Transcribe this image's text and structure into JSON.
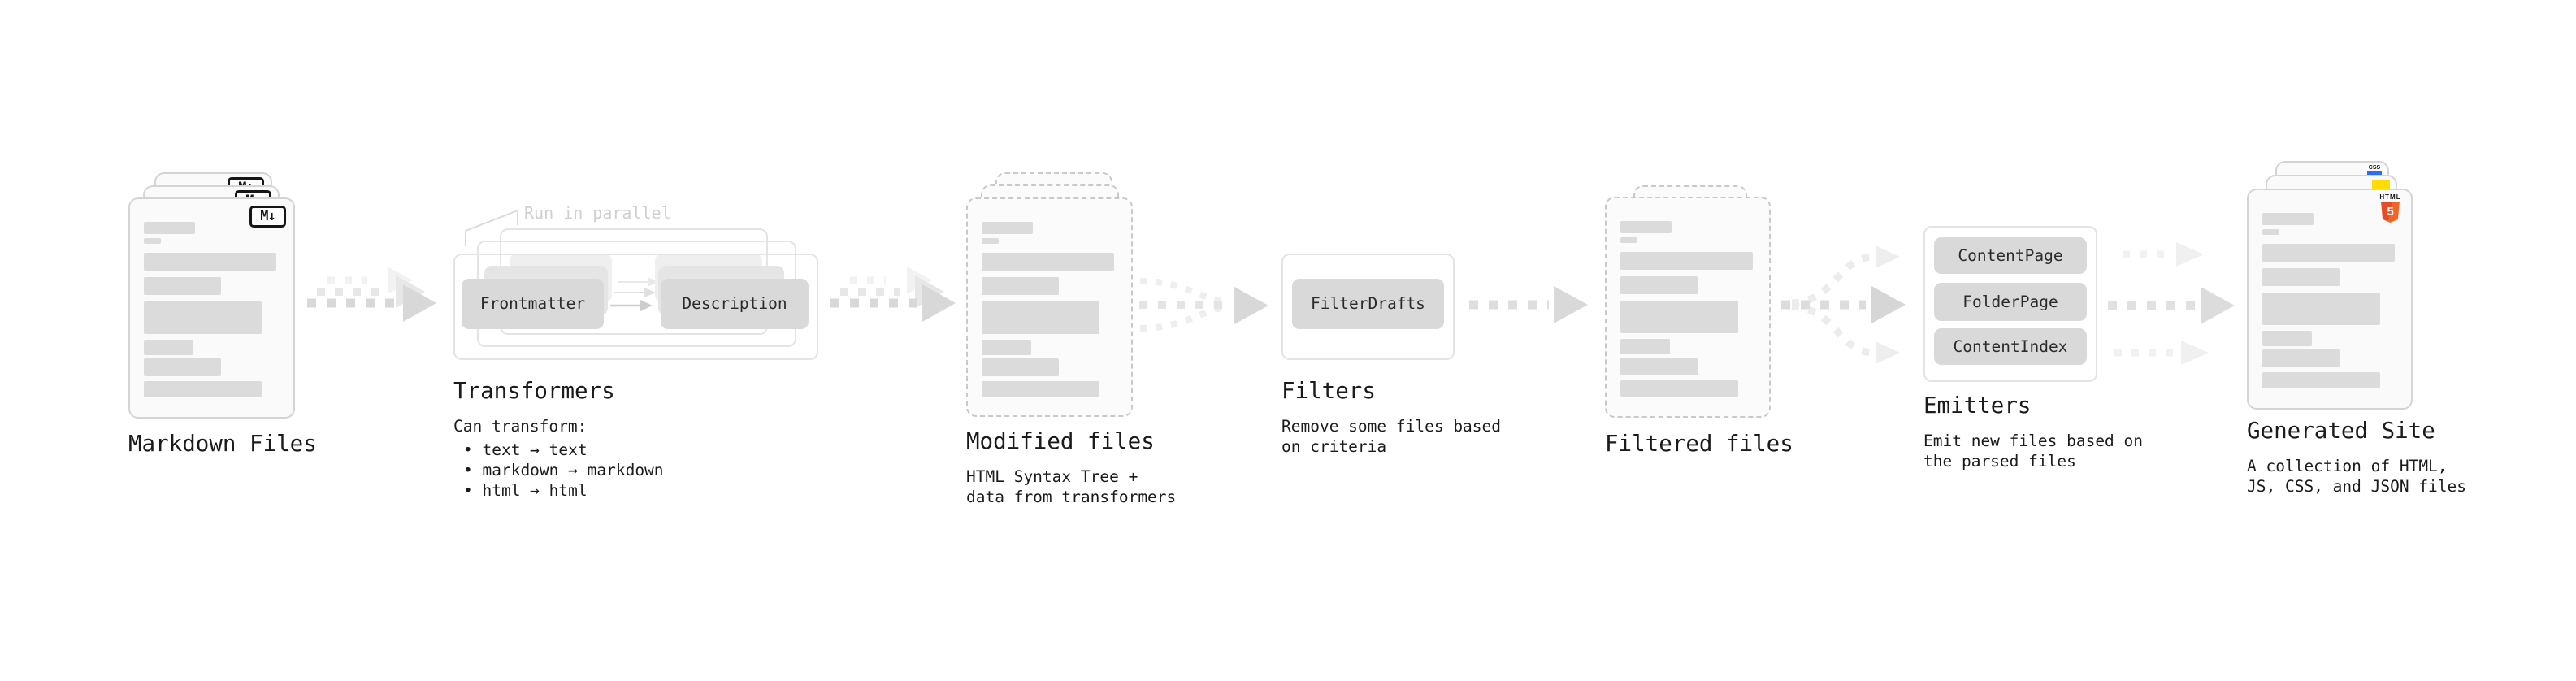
{
  "stages": {
    "markdown": {
      "title": "Markdown Files",
      "icon": "M↓"
    },
    "transformers": {
      "title": "Transformers",
      "annotation": "Run in parallel",
      "boxes": {
        "frontmatter": "Frontmatter",
        "description": "Description"
      },
      "note": {
        "line1": "Can transform:",
        "line2": "• text → text",
        "line3": "• markdown → markdown",
        "line4": "• html → html"
      }
    },
    "modified": {
      "title": "Modified files",
      "note": {
        "line1": "HTML Syntax Tree +",
        "line2": "data from transformers"
      }
    },
    "filters": {
      "title": "Filters",
      "boxes": {
        "filterdrafts": "FilterDrafts"
      },
      "note": {
        "line1": "Remove some files based",
        "line2": "on criteria"
      }
    },
    "filtered": {
      "title": "Filtered files"
    },
    "emitters": {
      "title": "Emitters",
      "boxes": {
        "contentpage": "ContentPage",
        "folderpage": "FolderPage",
        "contentindex": "ContentIndex"
      },
      "note": {
        "line1": "Emit new files based on",
        "line2": "the parsed files"
      }
    },
    "generated": {
      "title": "Generated Site",
      "note": {
        "line1": "A collection of HTML,",
        "line2": "JS, CSS, and JSON files"
      },
      "icons": {
        "css_label": "CSS",
        "html_label": "HTML",
        "html_number": "5"
      }
    }
  },
  "colors": {
    "html5_orange": "#e44d26",
    "css_blue": "#2e6df6",
    "js_yellow": "#ffdd00",
    "arrow_gray": "#d8d8d8",
    "panel_border": "#e4e4e4"
  }
}
